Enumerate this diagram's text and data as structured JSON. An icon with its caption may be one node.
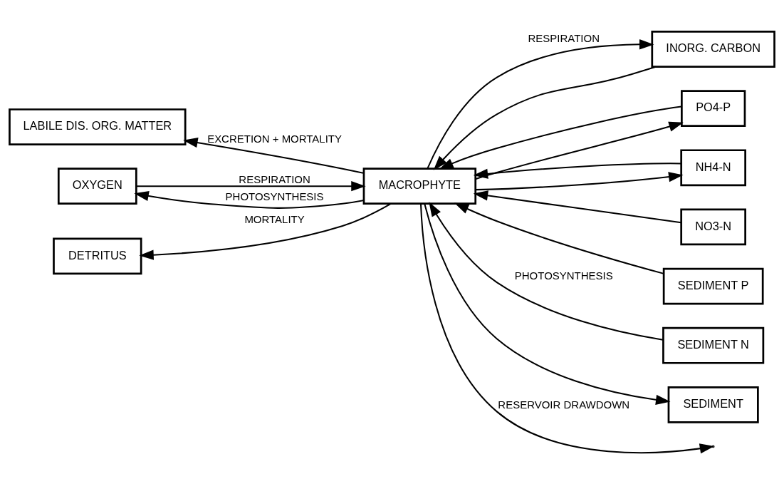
{
  "diagram": {
    "nodes": [
      {
        "text": [
          "LABILE DIS. ORG. MATTER"
        ]
      },
      {
        "text": [
          "INORG. CARBON"
        ]
      },
      {
        "text": [
          "PO4-P"
        ]
      },
      {
        "text": [
          "NH4-N"
        ]
      },
      {
        "text": [
          "NO3-N"
        ]
      },
      {
        "text": [
          "SEDIMENT P"
        ]
      },
      {
        "text": [
          "SEDIMENT N"
        ]
      },
      {
        "text": [
          "MACROPHYTE"
        ]
      },
      {
        "text": [
          "OXYGEN"
        ]
      },
      {
        "text": [
          "DETRITUS"
        ]
      },
      {
        "text": [
          "SEDIMENT"
        ]
      }
    ],
    "edges": [
      {
        "from": 7,
        "to": 0,
        "arrow": "to",
        "label": "EXCRETION + MORTALITY"
      },
      {
        "from": 7,
        "to": null,
        "arrow": "to",
        "label": "RESERVOIR DRAWDOWN"
      },
      {
        "from": 8,
        "to": 7,
        "arrow": "to",
        "label": "RESPIRATION"
      },
      {
        "from": 7,
        "to": 8,
        "arrow": "to",
        "label": "PHOTOSYNTHESIS"
      },
      {
        "from": 7,
        "to": 1,
        "arrow": "to",
        "label": "RESPIRATION"
      },
      {
        "from": 7,
        "to": 2,
        "arrow": "to"
      },
      {
        "from": 7,
        "to": 3,
        "arrow": "to"
      },
      {
        "from": 1,
        "to": 7,
        "arrow": "to"
      },
      {
        "from": 2,
        "to": 7,
        "arrow": "to"
      },
      {
        "from": 3,
        "to": 7,
        "arrow": "to"
      },
      {
        "from": 4,
        "to": 7,
        "arrow": "to"
      },
      {
        "from": 5,
        "to": 7,
        "arrow": "to"
      },
      {
        "from": 6,
        "to": 7,
        "arrow": "to",
        "label": "PHOTOSYNTHESIS"
      },
      {
        "from": 7,
        "to": 9,
        "arrow": "to",
        "label": "MORTALITY"
      },
      {
        "from": 7,
        "to": 10,
        "arrow": "to"
      }
    ]
  }
}
